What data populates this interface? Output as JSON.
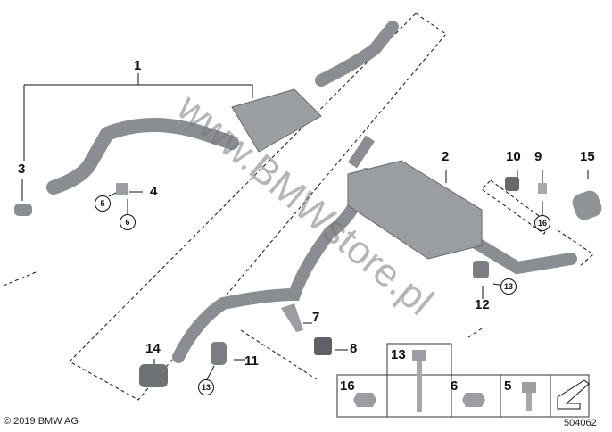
{
  "callouts": {
    "p1": "1",
    "p2": "2",
    "p3": "3",
    "p4": "4",
    "p5": "5",
    "p6": "6",
    "p7": "7",
    "p8": "8",
    "p9": "9",
    "p10": "10",
    "p11": "11",
    "p12": "12",
    "p13a": "13",
    "p13b": "13",
    "p14": "14",
    "p15": "15",
    "p16": "16"
  },
  "hardware_boxes": {
    "b16": "16",
    "b13": "13",
    "b6": "6",
    "b5": "5"
  },
  "watermark": "www.BMWstore.pl",
  "copyright": "© 2019 BMW AG",
  "diagram_id": "504062"
}
